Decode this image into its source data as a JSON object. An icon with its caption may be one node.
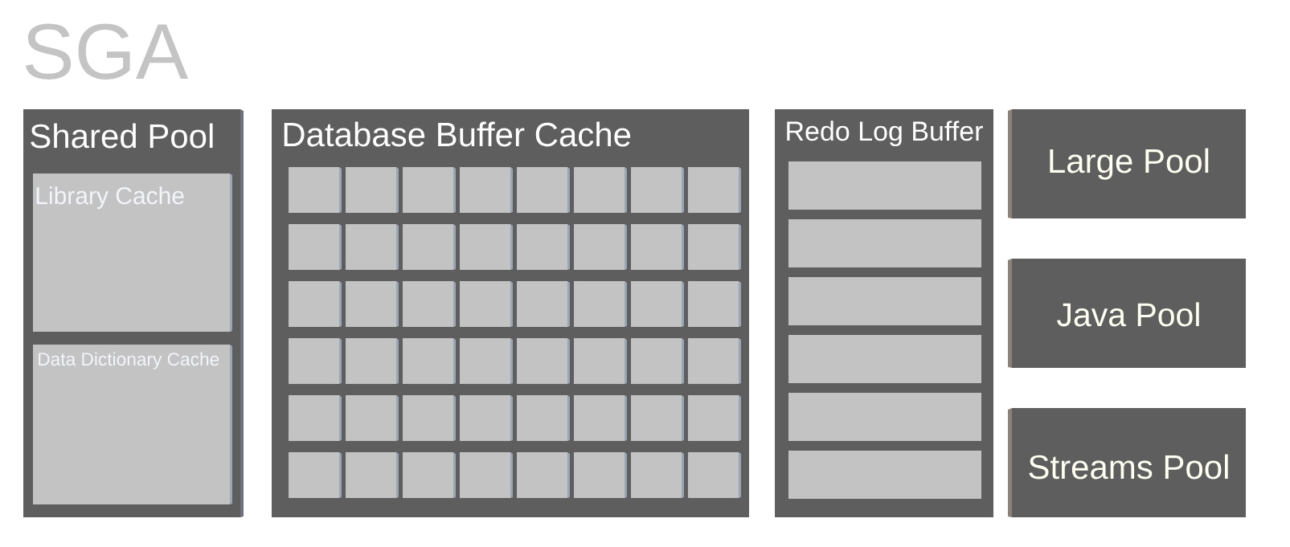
{
  "diagram": {
    "title": "SGA",
    "nodes": [
      {
        "text": [
          "Shared Pool"
        ]
      },
      {
        "text": [
          "Library Cache"
        ],
        "in": 0
      },
      {
        "text": [
          "Data Dictionary Cache"
        ],
        "in": 0
      },
      {
        "text": [
          "Database Buffer Cache"
        ]
      },
      {
        "text": [],
        "shape": "box",
        "in": 3
      },
      {
        "text": [],
        "shape": "box",
        "in": 3
      },
      {
        "text": [],
        "shape": "box",
        "in": 3
      },
      {
        "text": [],
        "shape": "box",
        "in": 3
      },
      {
        "text": [],
        "shape": "box",
        "in": 3
      },
      {
        "text": [],
        "shape": "box",
        "in": 3
      },
      {
        "text": [],
        "shape": "box",
        "in": 3
      },
      {
        "text": [],
        "shape": "box",
        "in": 3
      },
      {
        "text": [],
        "shape": "box",
        "in": 3
      },
      {
        "text": [],
        "shape": "box",
        "in": 3
      },
      {
        "text": [],
        "shape": "box",
        "in": 3
      },
      {
        "text": [],
        "shape": "box",
        "in": 3
      },
      {
        "text": [],
        "shape": "box",
        "in": 3
      },
      {
        "text": [],
        "shape": "box",
        "in": 3
      },
      {
        "text": [],
        "shape": "box",
        "in": 3
      },
      {
        "text": [],
        "shape": "box",
        "in": 3
      },
      {
        "text": [],
        "shape": "box",
        "in": 3
      },
      {
        "text": [],
        "shape": "box",
        "in": 3
      },
      {
        "text": [],
        "shape": "box",
        "in": 3
      },
      {
        "text": [],
        "shape": "box",
        "in": 3
      },
      {
        "text": [],
        "shape": "box",
        "in": 3
      },
      {
        "text": [],
        "shape": "box",
        "in": 3
      },
      {
        "text": [],
        "shape": "box",
        "in": 3
      },
      {
        "text": [],
        "shape": "box",
        "in": 3
      },
      {
        "text": [],
        "shape": "box",
        "in": 3
      },
      {
        "text": [],
        "shape": "box",
        "in": 3
      },
      {
        "text": [],
        "shape": "box",
        "in": 3
      },
      {
        "text": [],
        "shape": "box",
        "in": 3
      },
      {
        "text": [],
        "shape": "box",
        "in": 3
      },
      {
        "text": [],
        "shape": "box",
        "in": 3
      },
      {
        "text": [],
        "shape": "box",
        "in": 3
      },
      {
        "text": [],
        "shape": "box",
        "in": 3
      },
      {
        "text": [],
        "shape": "box",
        "in": 3
      },
      {
        "text": [],
        "shape": "box",
        "in": 3
      },
      {
        "text": [],
        "shape": "box",
        "in": 3
      },
      {
        "text": [],
        "shape": "box",
        "in": 3
      },
      {
        "text": [],
        "shape": "box",
        "in": 3
      },
      {
        "text": [],
        "shape": "box",
        "in": 3
      },
      {
        "text": [],
        "shape": "box",
        "in": 3
      },
      {
        "text": [],
        "shape": "box",
        "in": 3
      },
      {
        "text": [],
        "shape": "box",
        "in": 3
      },
      {
        "text": [],
        "shape": "box",
        "in": 3
      },
      {
        "text": [],
        "shape": "box",
        "in": 3
      },
      {
        "text": [],
        "shape": "box",
        "in": 3
      },
      {
        "text": [],
        "shape": "box",
        "in": 3
      },
      {
        "text": [],
        "shape": "box",
        "in": 3
      },
      {
        "text": [],
        "shape": "box",
        "in": 3
      },
      {
        "text": [],
        "shape": "box",
        "in": 3
      },
      {
        "text": [
          "Redo Log Buffer"
        ]
      },
      {
        "text": [],
        "shape": "box",
        "in": 52
      },
      {
        "text": [],
        "shape": "box",
        "in": 52
      },
      {
        "text": [],
        "shape": "box",
        "in": 52
      },
      {
        "text": [],
        "shape": "box",
        "in": 52
      },
      {
        "text": [],
        "shape": "box",
        "in": 52
      },
      {
        "text": [],
        "shape": "box",
        "in": 52
      },
      {
        "text": [
          "Large Pool"
        ]
      },
      {
        "text": [
          "Java Pool"
        ]
      },
      {
        "text": [
          "Streams Pool"
        ]
      }
    ]
  }
}
